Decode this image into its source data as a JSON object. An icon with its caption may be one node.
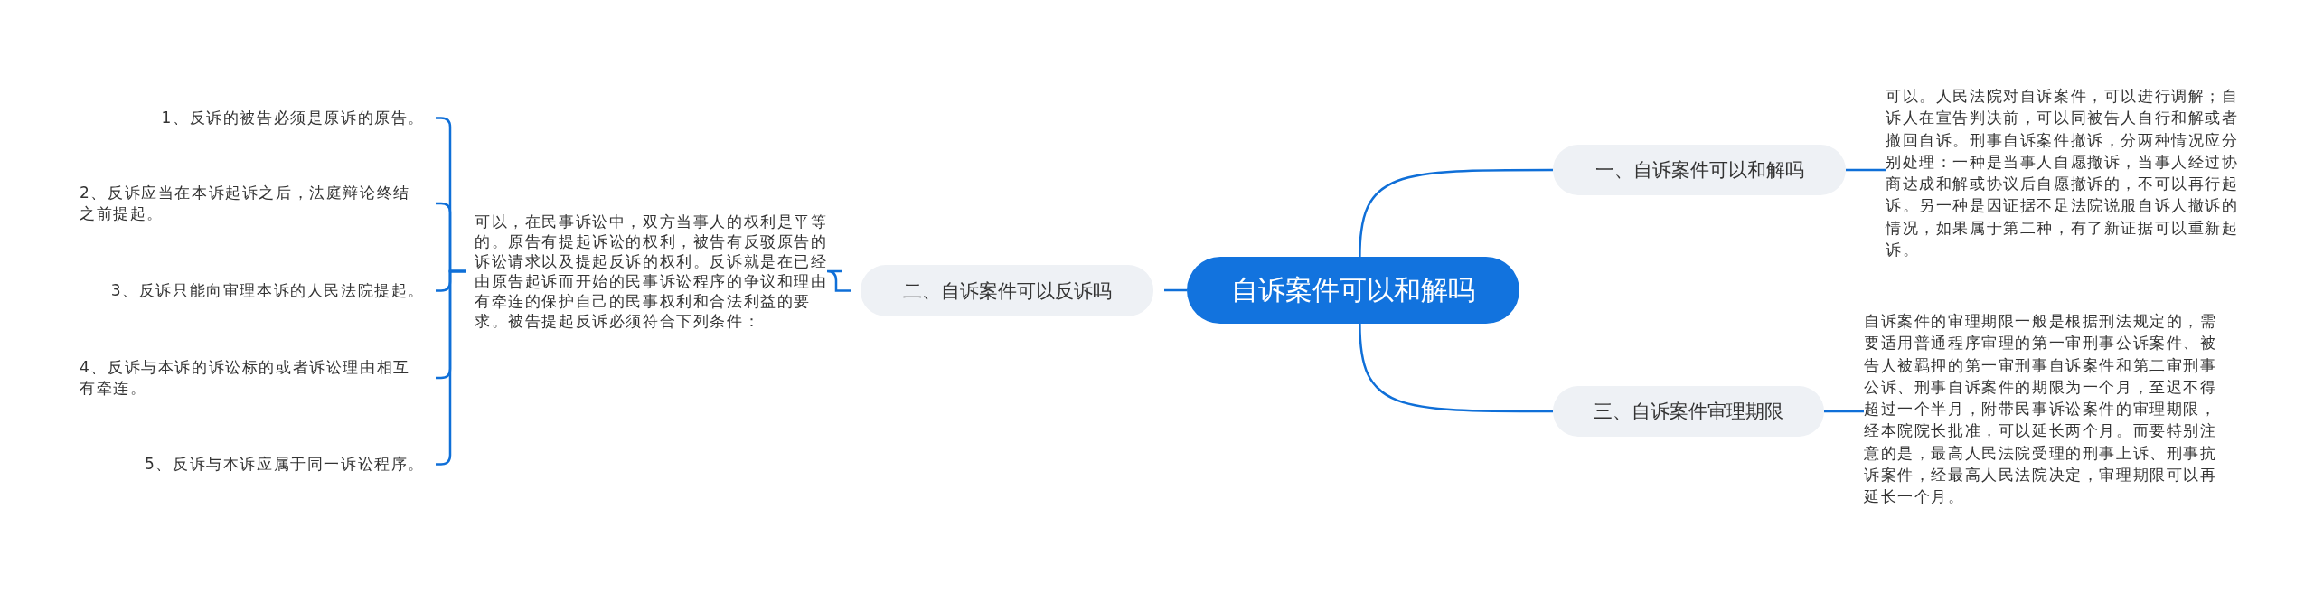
{
  "diagram": {
    "nodes": [
      {
        "text": [
          "自诉案件可以和解吗"
        ]
      },
      {
        "text": [
          "一、自诉案件可以和解吗"
        ]
      },
      {
        "text": [
          "可以。人民法院对自诉案件，可以进行调解；自诉人在宣告判决前，可以同被告人自行和解或者撤回自诉。刑事自诉案件撤诉，分两种情况应分别处理：一种是当事人自愿撤诉，当事人经过协商达成和解或协议后自愿撤诉的，不可以再行起诉。另一种是因证据不足法院说服自诉人撤诉的情况，如果属于第二种，有了新证据可以重新起诉。"
        ]
      },
      {
        "text": [
          "二、自诉案件可以反诉吗"
        ]
      },
      {
        "text": [
          "可以，在民事诉讼中，双方当事人的权利是平等的。原告有提起诉讼的权利，被告有反驳原告的诉讼请求以及提起反诉的权利。反诉就是在已经由原告起诉而开始的民事诉讼程序的争议和理由有牵连的保护自己的民事权利和合法利益的要求。被告提起反诉必须符合下列条件："
        ]
      },
      {
        "text": [
          "1、反诉的被告必须是原诉的原告。"
        ]
      },
      {
        "text": [
          "2、反诉应当在本诉起诉之后，法庭辩论终结之前提起。"
        ]
      },
      {
        "text": [
          "3、反诉只能向审理本诉的人民法院提起。"
        ]
      },
      {
        "text": [
          "4、反诉与本诉的诉讼标的或者诉讼理由相互有牵连。"
        ]
      },
      {
        "text": [
          "5、反诉与本诉应属于同一诉讼程序。"
        ]
      },
      {
        "text": [
          "三、自诉案件审理期限"
        ]
      },
      {
        "text": [
          "自诉案件的审理期限一般是根据刑法规定的，需要适用普通程序审理的第一审刑事公诉案件、被告人被羁押的第一审刑事自诉案件和第二审刑事公诉、刑事自诉案件的期限为一个月，至迟不得超过一个半月，附带民事诉讼案件的审理期限，经本院院长批准，可以延长两个月。而要特别注意的是，最高人民法院受理的刑事上诉、刑事抗诉案件，经最高人民法院决定，审理期限可以再延长一个月。"
        ]
      }
    ],
    "edges": [
      {
        "from": 0,
        "to": 1,
        "arrow": "none"
      },
      {
        "from": 1,
        "to": 2,
        "arrow": "none"
      },
      {
        "from": 0,
        "to": 3,
        "arrow": "none"
      },
      {
        "from": 3,
        "to": 4,
        "arrow": "none"
      },
      {
        "from": 4,
        "to": 5,
        "arrow": "none"
      },
      {
        "from": 4,
        "to": 6,
        "arrow": "none"
      },
      {
        "from": 4,
        "to": 7,
        "arrow": "none"
      },
      {
        "from": 4,
        "to": 8,
        "arrow": "none"
      },
      {
        "from": 4,
        "to": 9,
        "arrow": "none"
      },
      {
        "from": 0,
        "to": 10,
        "arrow": "none"
      },
      {
        "from": 10,
        "to": 11,
        "arrow": "none"
      }
    ]
  }
}
